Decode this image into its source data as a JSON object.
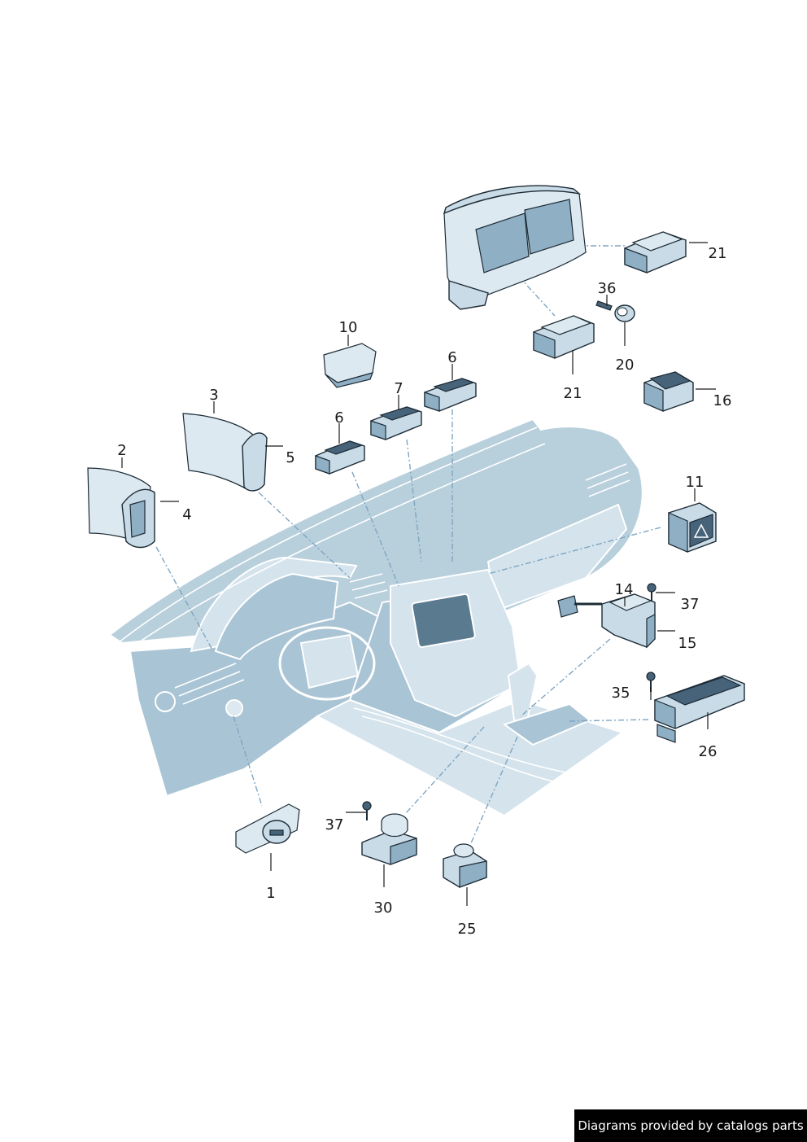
{
  "diagram": {
    "labels": [
      {
        "id": "1",
        "text": "1"
      },
      {
        "id": "2",
        "text": "2"
      },
      {
        "id": "3",
        "text": "3"
      },
      {
        "id": "4",
        "text": "4"
      },
      {
        "id": "5",
        "text": "5"
      },
      {
        "id": "6a",
        "text": "6"
      },
      {
        "id": "6b",
        "text": "6"
      },
      {
        "id": "7",
        "text": "7"
      },
      {
        "id": "10",
        "text": "10"
      },
      {
        "id": "11",
        "text": "11"
      },
      {
        "id": "14",
        "text": "14"
      },
      {
        "id": "15",
        "text": "15"
      },
      {
        "id": "16",
        "text": "16"
      },
      {
        "id": "20",
        "text": "20"
      },
      {
        "id": "21a",
        "text": "21"
      },
      {
        "id": "21b",
        "text": "21"
      },
      {
        "id": "25",
        "text": "25"
      },
      {
        "id": "26",
        "text": "26"
      },
      {
        "id": "30",
        "text": "30"
      },
      {
        "id": "35",
        "text": "35"
      },
      {
        "id": "36",
        "text": "36"
      },
      {
        "id": "37a",
        "text": "37"
      },
      {
        "id": "37b",
        "text": "37"
      }
    ]
  },
  "footer": {
    "credit": "Diagrams provided by catalogs parts"
  }
}
